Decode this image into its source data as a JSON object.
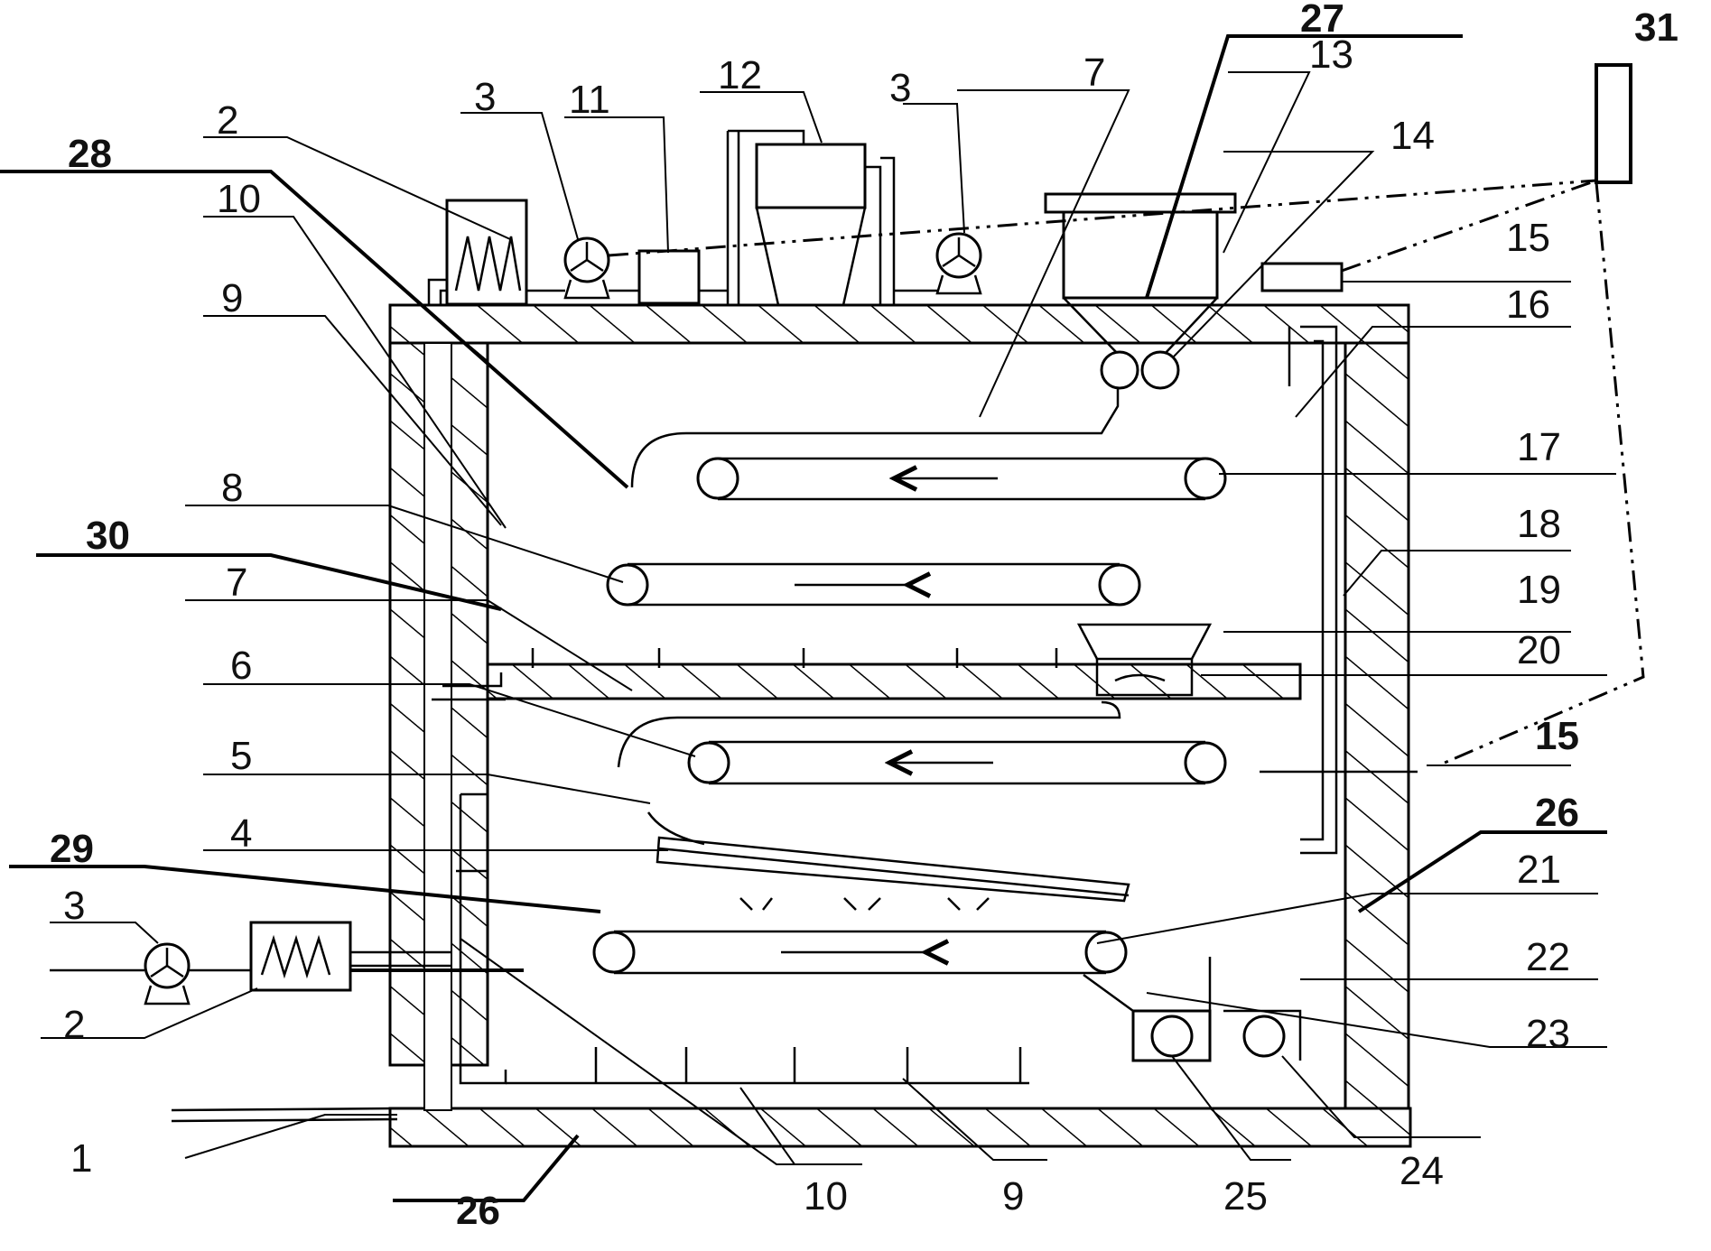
{
  "labels": [
    {
      "id": "1",
      "text": "1"
    },
    {
      "id": "2a",
      "text": "2"
    },
    {
      "id": "2b",
      "text": "2"
    },
    {
      "id": "3a",
      "text": "3"
    },
    {
      "id": "3b",
      "text": "3"
    },
    {
      "id": "3c",
      "text": "3"
    },
    {
      "id": "4",
      "text": "4"
    },
    {
      "id": "5",
      "text": "5"
    },
    {
      "id": "6",
      "text": "6"
    },
    {
      "id": "7a",
      "text": "7"
    },
    {
      "id": "7b",
      "text": "7"
    },
    {
      "id": "8",
      "text": "8"
    },
    {
      "id": "9a",
      "text": "9"
    },
    {
      "id": "9b",
      "text": "9"
    },
    {
      "id": "10a",
      "text": "10"
    },
    {
      "id": "10b",
      "text": "10"
    },
    {
      "id": "11",
      "text": "11"
    },
    {
      "id": "12",
      "text": "12"
    },
    {
      "id": "13",
      "text": "13"
    },
    {
      "id": "14",
      "text": "14"
    },
    {
      "id": "15a",
      "text": "15"
    },
    {
      "id": "15b",
      "text": "15"
    },
    {
      "id": "16",
      "text": "16"
    },
    {
      "id": "17",
      "text": "17"
    },
    {
      "id": "18",
      "text": "18"
    },
    {
      "id": "19",
      "text": "19"
    },
    {
      "id": "20",
      "text": "20"
    },
    {
      "id": "21",
      "text": "21"
    },
    {
      "id": "22",
      "text": "22"
    },
    {
      "id": "23",
      "text": "23"
    },
    {
      "id": "24",
      "text": "24"
    },
    {
      "id": "25",
      "text": "25"
    },
    {
      "id": "26a",
      "text": "26"
    },
    {
      "id": "26b",
      "text": "26"
    },
    {
      "id": "27",
      "text": "27"
    },
    {
      "id": "28",
      "text": "28"
    },
    {
      "id": "29",
      "text": "29"
    },
    {
      "id": "30",
      "text": "30"
    },
    {
      "id": "31",
      "text": "31"
    }
  ]
}
